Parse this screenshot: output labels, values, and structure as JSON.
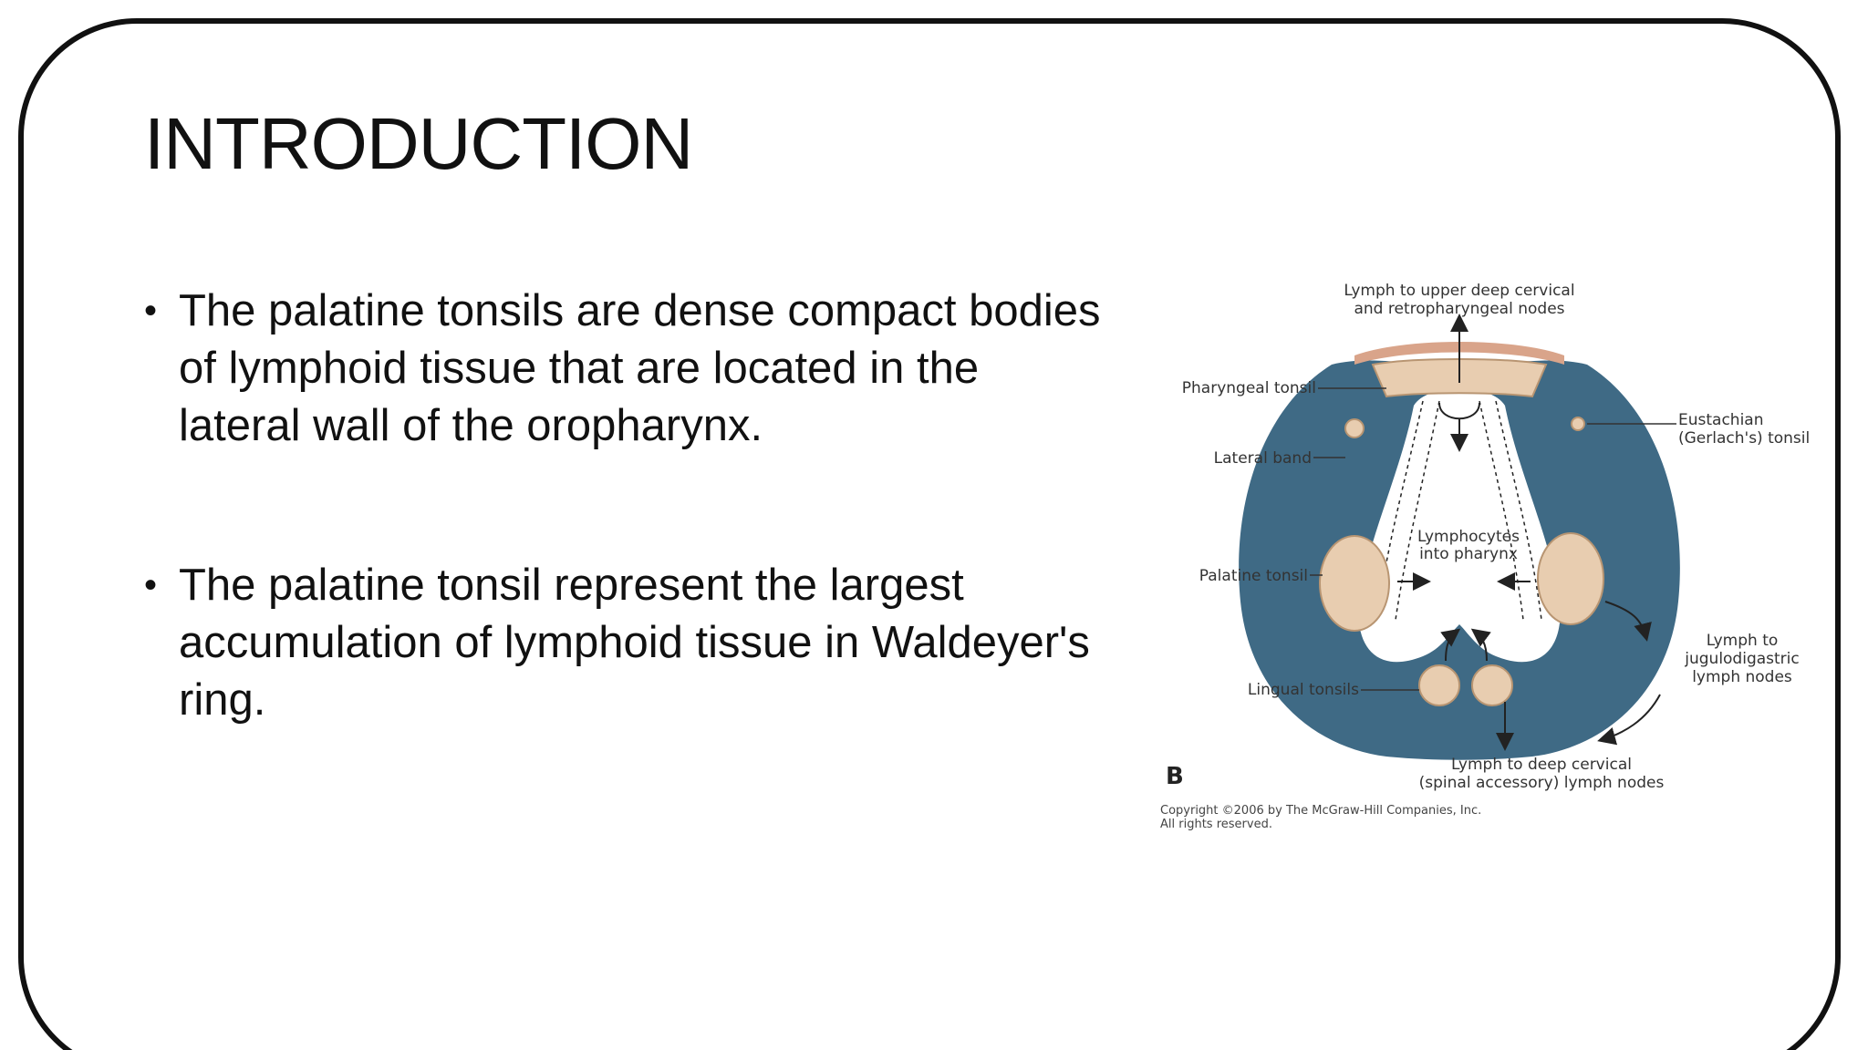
{
  "slide": {
    "title": "INTRODUCTION",
    "bullets": [
      "The palatine tonsils are dense  compact bodies of lymphoid tissue  that are located in the lateral wall  of the oropharynx.",
      "The palatine tonsil represent the  largest accumulation of lymphoid  tissue in Waldeyer's ring."
    ],
    "bullet_symbol": "•"
  },
  "figure": {
    "labels": {
      "lymph_upper_1": "Lymph to upper deep cervical",
      "lymph_upper_2": "and retropharyngeal nodes",
      "pharyngeal_tonsil": "Pharyngeal tonsil",
      "eustachian_1": "Eustachian",
      "eustachian_2": "(Gerlach's) tonsil",
      "lateral_band": "Lateral band",
      "lymphocytes_1": "Lymphocytes",
      "lymphocytes_2": "into pharynx",
      "palatine_tonsil": "Palatine tonsil",
      "lymph_jugulo_1": "Lymph to",
      "lymph_jugulo_2": "jugulodigastric",
      "lymph_jugulo_3": "lymph nodes",
      "lingual_tonsils": "Lingual tonsils",
      "panel_letter": "B",
      "lymph_deep_1": "Lymph to deep cervical",
      "lymph_deep_2": "(spinal accessory) lymph nodes",
      "copyright_1": "Copyright ©2006 by The McGraw-Hill Companies, Inc.",
      "copyright_2": "All rights reserved."
    },
    "colors": {
      "ring": "#3f6a85",
      "tissue": "#e8cdb0",
      "tissue_edge": "#b89572",
      "bar": "#d9a48a"
    }
  }
}
